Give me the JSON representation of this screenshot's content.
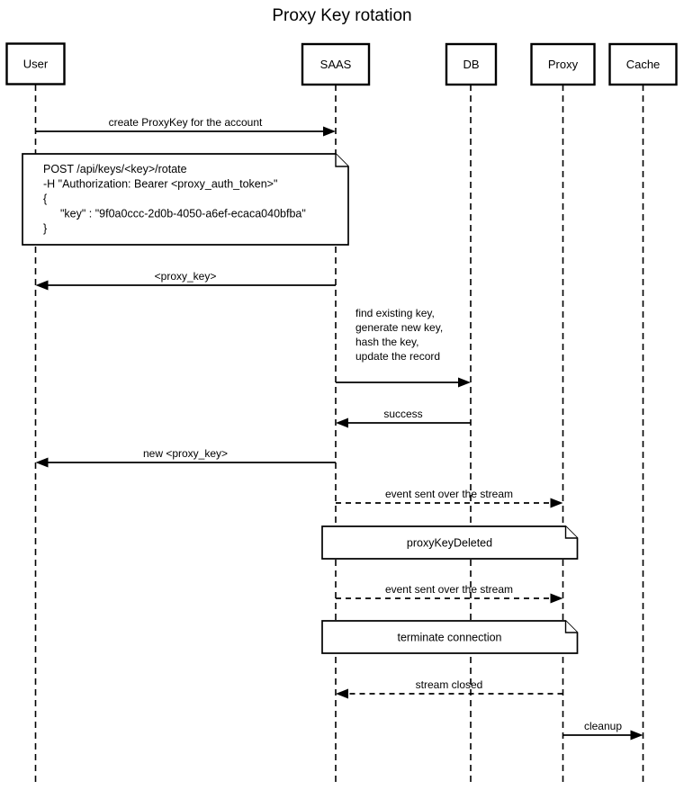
{
  "diagram": {
    "title": "Proxy Key rotation",
    "participants": [
      {
        "label": "User"
      },
      {
        "label": "SAAS"
      },
      {
        "label": "DB"
      },
      {
        "label": "Proxy"
      },
      {
        "label": "Cache"
      }
    ],
    "messages": [
      {
        "label": "create ProxyKey for the account",
        "from": "User",
        "to": "SAAS",
        "style": "solid"
      },
      {
        "label": "<proxy_key>",
        "from": "SAAS",
        "to": "User",
        "style": "solid"
      },
      {
        "label_lines": [
          "find existing key,",
          "generate new key,",
          "hash the key,",
          "update the record"
        ],
        "from": "SAAS",
        "to": "DB",
        "style": "solid"
      },
      {
        "label": "success",
        "from": "DB",
        "to": "SAAS",
        "style": "solid"
      },
      {
        "label": "new <proxy_key>",
        "from": "SAAS",
        "to": "User",
        "style": "solid"
      },
      {
        "label": "event sent over the stream",
        "from": "SAAS",
        "to": "Proxy",
        "style": "dashed"
      },
      {
        "label": "event sent over the stream",
        "from": "SAAS",
        "to": "Proxy",
        "style": "dashed"
      },
      {
        "label": "stream closed",
        "from": "Proxy",
        "to": "SAAS",
        "style": "dashed"
      },
      {
        "label": "cleanup",
        "from": "Proxy",
        "to": "Cache",
        "style": "solid"
      }
    ],
    "notes": [
      {
        "over": "User,SAAS",
        "lines": [
          "POST /api/keys/<key>/rotate",
          "-H \"Authorization: Bearer <proxy_auth_token>\"",
          "{",
          "\"key\" : \"9f0a0ccc-2d0b-4050-a6ef-ecaca040bfba\"",
          "}"
        ]
      },
      {
        "over": "SAAS,Proxy",
        "lines": [
          "proxyKeyDeleted"
        ]
      },
      {
        "over": "SAAS,Proxy",
        "lines": [
          "terminate connection"
        ]
      }
    ],
    "colors": {
      "stroke": "#000000",
      "fill": "#ffffff",
      "text": "#000000"
    }
  }
}
